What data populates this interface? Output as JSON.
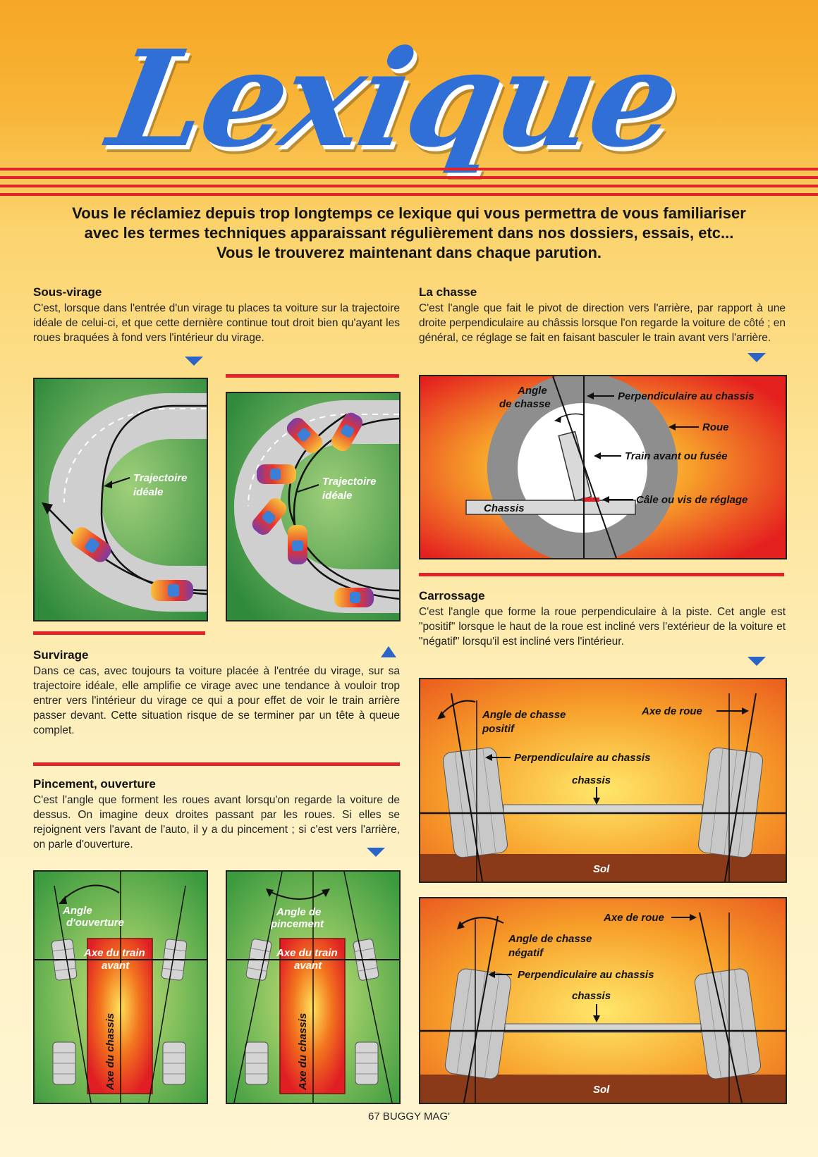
{
  "page": {
    "title": "Lexique",
    "intro": [
      "Vous le réclamiez depuis trop longtemps ce lexique qui vous permettra de vous familiariser",
      "avec les termes techniques apparaissant régulièrement dans nos dossiers, essais, etc...",
      "Vous le trouverez maintenant dans chaque parution."
    ],
    "footer": "67 BUGGY MAG'"
  },
  "colors": {
    "accent_red": "#e0242a",
    "brand_blue": "#2f6fd6",
    "track_green": "#3d9a4a"
  },
  "sections": {
    "sous_virage": {
      "title": "Sous-virage",
      "text": "C'est, lorsque dans l'entrée d'un virage tu places ta voiture sur la trajectoire idéale de celui-ci, et que cette dernière continue tout droit bien qu'ayant les roues braquées à fond vers l'intérieur du virage."
    },
    "survirage": {
      "title": "Survirage",
      "text": "Dans ce cas, avec toujours ta voiture placée à l'entrée du virage, sur sa trajectoire idéale, elle amplifie ce virage avec une tendance à vouloir trop entrer vers l'intérieur du virage ce qui a pour effet de voir le train arrière passer devant. Cette situation risque de se terminer par un tête à queue complet."
    },
    "pincement": {
      "title": "Pincement, ouverture",
      "text": "C'est l'angle que forment les roues avant lorsqu'on regarde la voiture de dessus. On imagine deux droites passant par les roues. Si elles se rejoignent vers l'avant de l'auto, il y a du pincement ; si c'est vers l'arrière, on parle d'ouverture."
    },
    "chasse": {
      "title": "La chasse",
      "text": "C'est l'angle que fait le pivot de direction vers l'arrière, par rapport à une droite perpendiculaire au châssis lorsque l'on regarde la voiture de côté ; en général, ce réglage se fait en faisant basculer le train avant vers l'arrière."
    },
    "carrossage": {
      "title": "Carrossage",
      "text": "C'est l'angle que forme la roue perpendiculaire à la piste. Cet angle est \"positif\" lorsque le haut de la roue est incliné vers l'extérieur de la voiture et \"négatif\" lorsqu'il est incliné vers l'intérieur."
    }
  },
  "diagrams": {
    "track_label_1": [
      "Trajectoire",
      "idéale"
    ],
    "track_label_2": [
      "Trajectoire",
      "idéale"
    ],
    "chasse": {
      "angle": [
        "Angle",
        "de chasse"
      ],
      "perp": "Perpendiculaire au chassis",
      "roue": "Roue",
      "train": "Train avant ou fusée",
      "cale": "Câle ou vis de réglage",
      "chassis": "Chassis"
    },
    "carrossage_positif": {
      "angle": [
        "Angle de chasse",
        "positif"
      ],
      "axe": "Axe de roue",
      "perp": "Perpendiculaire au chassis",
      "chassis": "chassis",
      "sol": "Sol"
    },
    "carrossage_negatif": {
      "angle": [
        "Angle de chasse",
        "négatif"
      ],
      "axe": "Axe de roue",
      "perp": "Perpendiculaire au chassis",
      "chassis": "chassis",
      "sol": "Sol"
    },
    "ouverture": {
      "angle": [
        "Angle",
        "d'ouverture"
      ],
      "train": [
        "Axe du train",
        "avant"
      ],
      "chassis": "Axe du chassis"
    },
    "pincement_diag": {
      "angle": [
        "Angle de",
        "pincement"
      ],
      "train": [
        "Axe du train",
        "avant"
      ],
      "chassis": "Axe du chassis"
    }
  }
}
